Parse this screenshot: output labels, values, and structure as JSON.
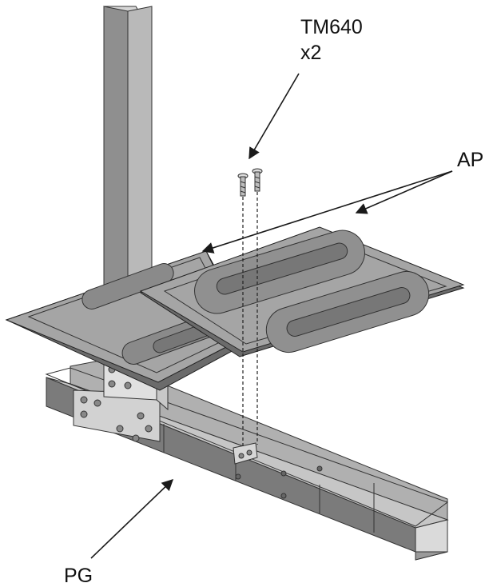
{
  "labels": {
    "screw_part": "TM640",
    "screw_qty": "x2",
    "plate": "AP",
    "rail": "PG"
  },
  "colors": {
    "line": "#1a1a1a",
    "post_front": "#8f8f8f",
    "post_side": "#b9b9b9",
    "plate_top": "#a5a5a5",
    "plate_edge": "#6b6b6b",
    "channel_front": "#7b7b7b",
    "channel_top": "#c6c6c6",
    "channel_inner": "#dadada"
  },
  "icons": [
    "screw-icon",
    "leader-arrow-icon"
  ]
}
